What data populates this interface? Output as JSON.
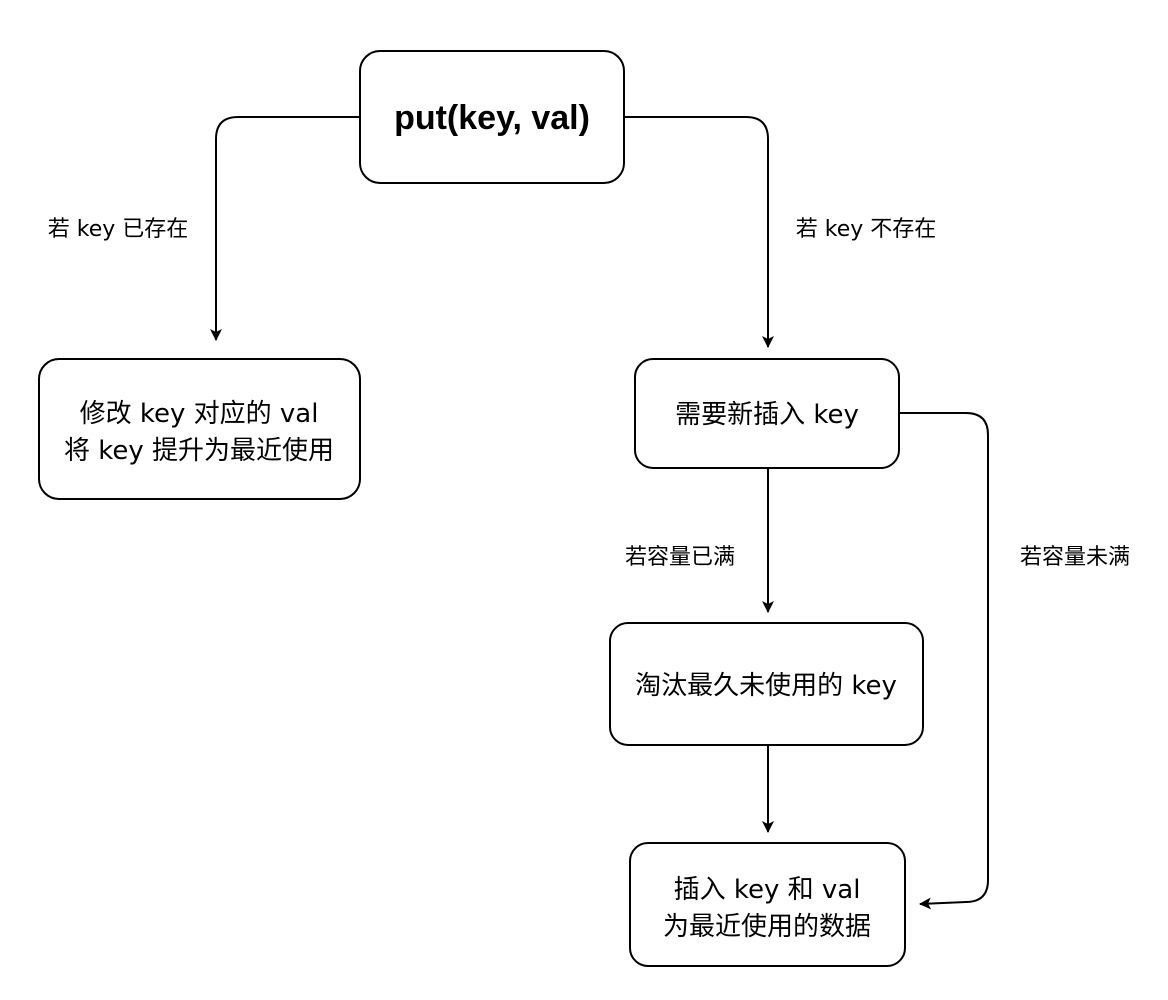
{
  "nodes": {
    "put": {
      "line1": "put(key, val)"
    },
    "modify": {
      "line1": "修改 key 对应的 val",
      "line2": "将 key 提升为最近使用"
    },
    "need_insert": {
      "line1": "需要新插入 key"
    },
    "evict": {
      "line1": "淘汰最久未使用的 key"
    },
    "insert": {
      "line1": "插入 key 和 val",
      "line2": "为最近使用的数据"
    }
  },
  "edges": {
    "key_exists": "若 key 已存在",
    "key_not_exists": "若 key 不存在",
    "capacity_full": "若容量已满",
    "capacity_not_full": "若容量未满"
  }
}
